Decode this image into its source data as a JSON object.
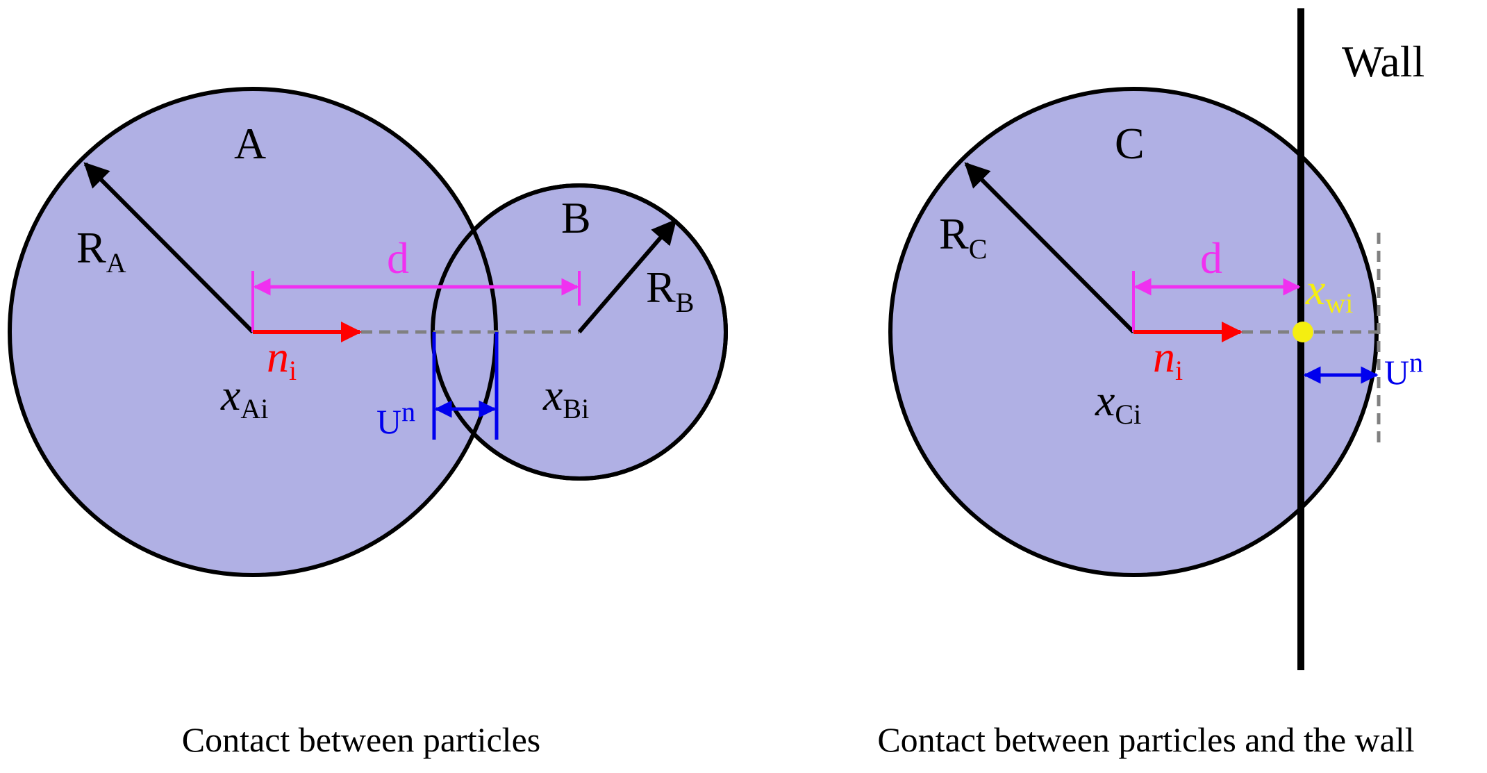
{
  "colors": {
    "particle_fill": "#b0b0e4",
    "outline": "#000000",
    "distance": "#f030f0",
    "normal": "#ff0000",
    "overlap": "#0000ee",
    "contact_point": "#f5ee10",
    "center_line": "#808080"
  },
  "left": {
    "caption": "Contact between particles",
    "particle_a": {
      "label": "A",
      "radius_main": "R",
      "radius_sub": "A",
      "center_main": "x",
      "center_sub": "Ai"
    },
    "particle_b": {
      "label": "B",
      "radius_main": "R",
      "radius_sub": "B",
      "center_main": "x",
      "center_sub": "Bi"
    },
    "distance_label": "d",
    "normal_main": "n",
    "normal_sub": "i",
    "overlap_main": "U",
    "overlap_sup": "n"
  },
  "right": {
    "caption": "Contact between particles and the wall",
    "wall_label": "Wall",
    "particle_c": {
      "label": "C",
      "radius_main": "R",
      "radius_sub": "C",
      "center_main": "x",
      "center_sub": "Ci"
    },
    "distance_label": "d",
    "normal_main": "n",
    "normal_sub": "i",
    "contact_main": "x",
    "contact_sub": "wi",
    "overlap_main": "U",
    "overlap_sup": "n"
  }
}
